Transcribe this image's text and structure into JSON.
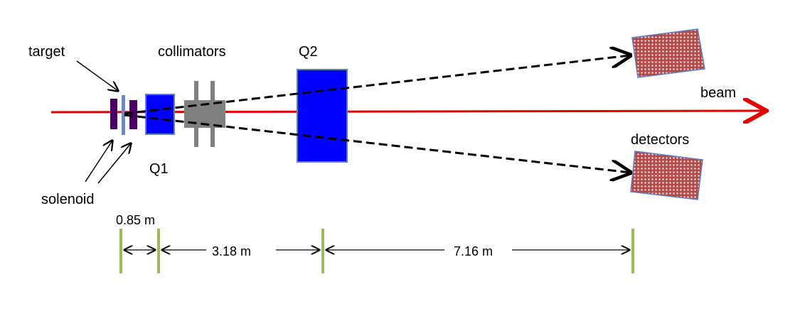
{
  "labels": {
    "target": "target",
    "collimators": "collimators",
    "q2": "Q2",
    "q1": "Q1",
    "beam": "beam",
    "detectors": "detectors",
    "solenoid": "solenoid"
  },
  "distances": [
    "0.85 m",
    "3.18 m",
    "7.16 m"
  ],
  "colors": {
    "beam": "#e00000",
    "quadrupole": "#0000ff",
    "solenoid": "#4b0066",
    "target": "#6a8ac8",
    "collimator": "#808080",
    "detector": "#b34a4a",
    "marker": "#9bbb59"
  }
}
